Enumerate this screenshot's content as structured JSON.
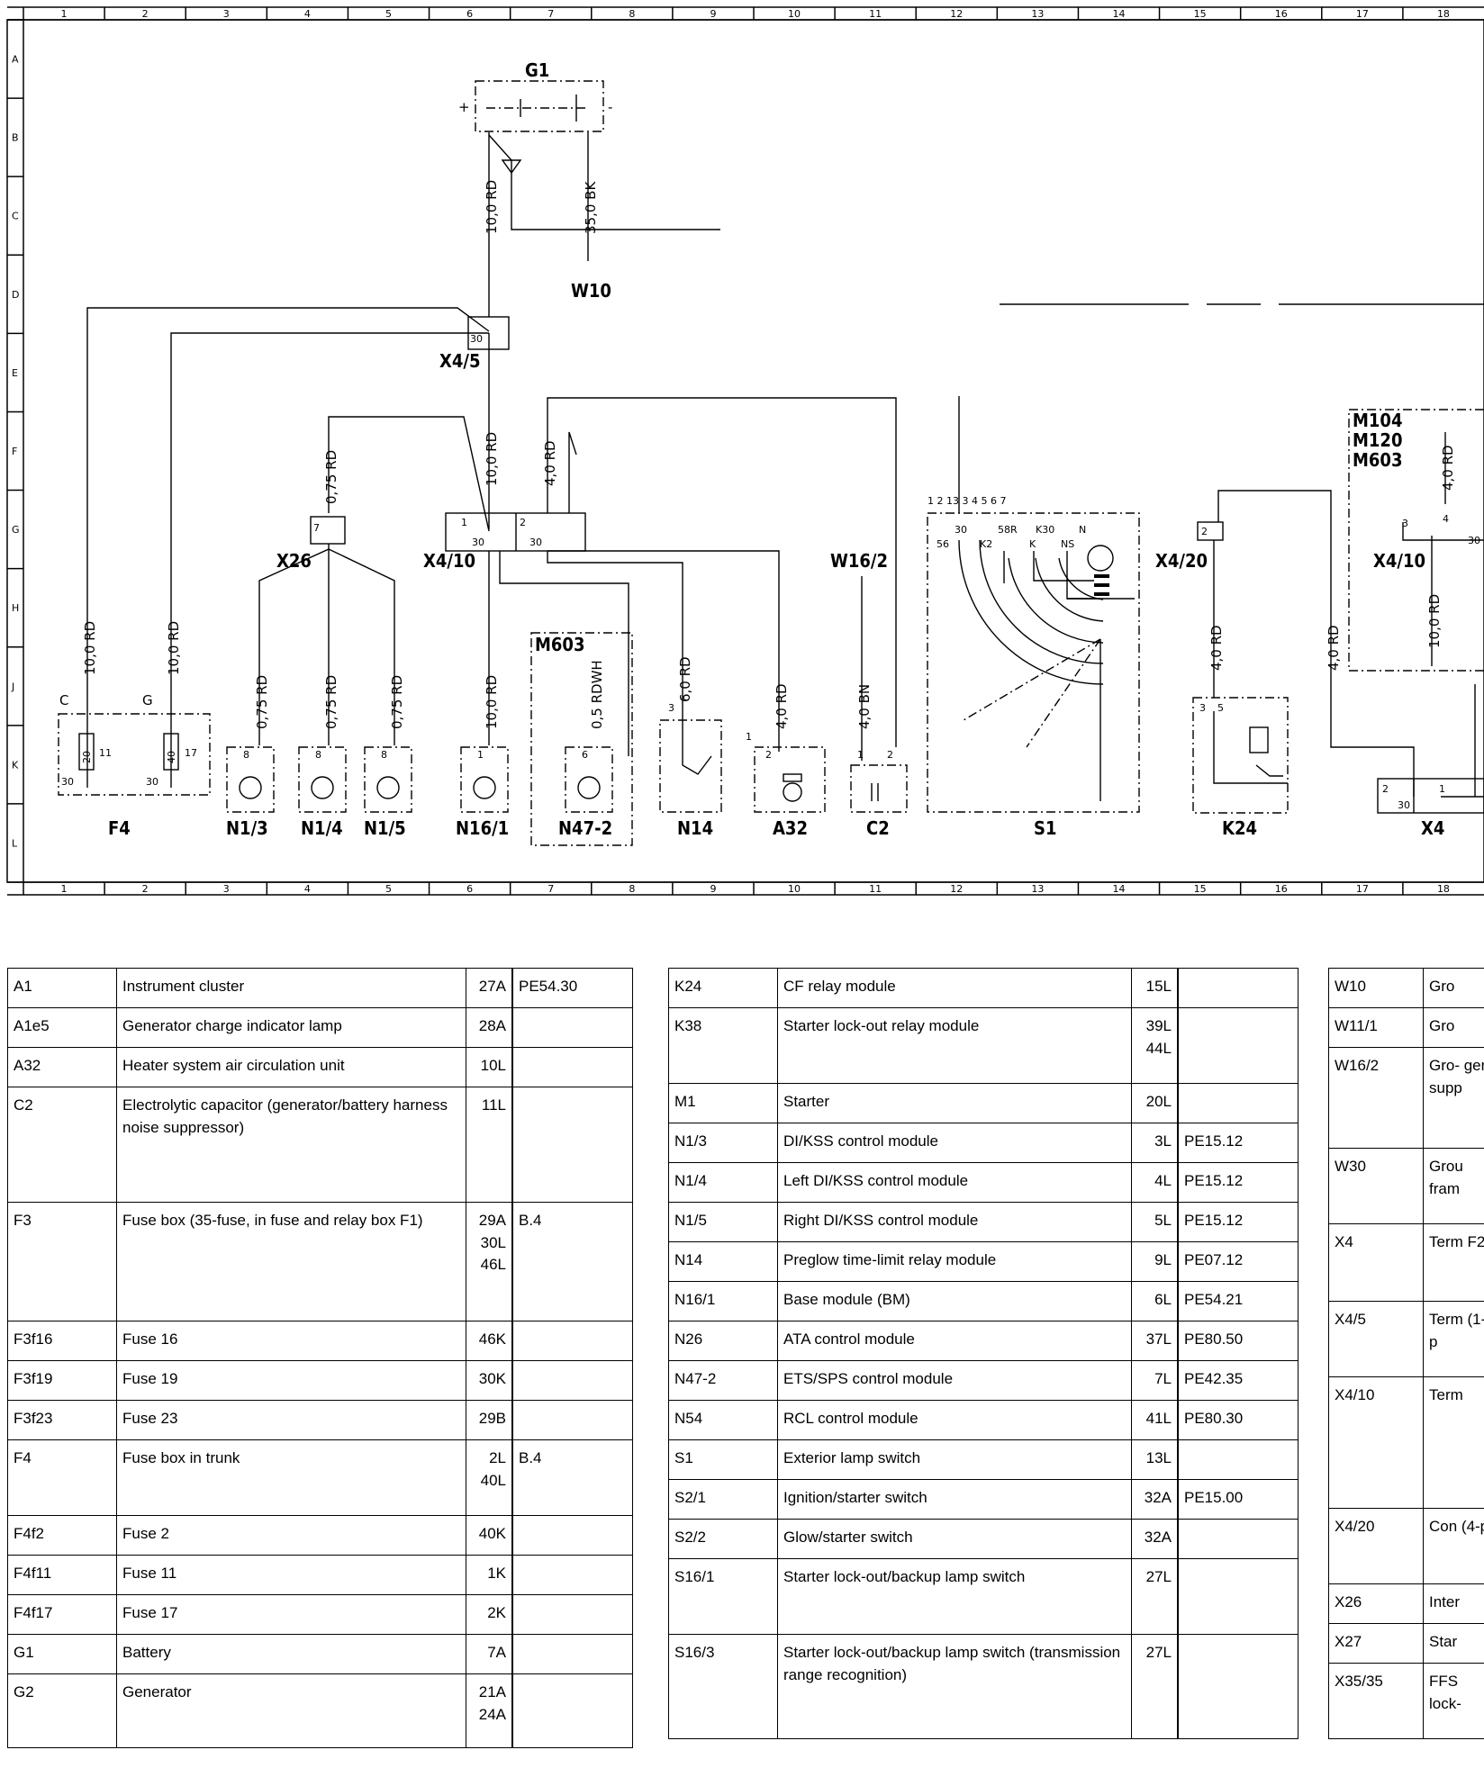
{
  "diagram": {
    "columns": [
      "1",
      "2",
      "3",
      "4",
      "5",
      "6",
      "7",
      "8",
      "9",
      "10",
      "11",
      "12",
      "13",
      "14",
      "15",
      "16",
      "17",
      "18"
    ],
    "rows": [
      "A",
      "B",
      "C",
      "D",
      "E",
      "F",
      "G",
      "H",
      "J",
      "K",
      "L"
    ],
    "components": {
      "G1": "G1",
      "W10": "W10",
      "X4_5": "X4/5",
      "X26": "X26",
      "X4_10": "X4/10",
      "W16_2": "W16/2",
      "M603": "M603",
      "F4": "F4",
      "N1_3": "N1/3",
      "N1_4": "N1/4",
      "N1_5": "N1/5",
      "N16_1": "N16/1",
      "N47_2": "N47-2",
      "N14": "N14",
      "A32": "A32",
      "C2": "C2",
      "S1": "S1",
      "K24": "K24",
      "X4_20": "X4/20",
      "X4": "X4",
      "X4_10b": "X4/10",
      "M104": "M104",
      "M120": "M120",
      "M603b": "M603"
    },
    "wires": {
      "g1_rd": "10,0 RD",
      "g1_bk": "35,0 BK",
      "x45_rd": "10,0 RD",
      "x26_rd": "0,75 RD",
      "x410_rd": "4,0 RD",
      "f4a_rd": "10,0 RD",
      "f4b_rd": "10,0 RD",
      "n13_rd": "0,75 RD",
      "n14_rd": "0,75 RD",
      "n15_rd": "0,75 RD",
      "n161_rd": "10,0 RD",
      "n472_w": "0,5 RDWH",
      "n14_w": "6,0 RD",
      "a32_w": "4,0 RD",
      "c2_w": "4,0 BN",
      "k24_w": "4,0 RD",
      "k24b_w": "4,0 RD",
      "r_w1": "4,0 RD",
      "r_w2": "10,0 RD"
    },
    "pins": {
      "p30": "30",
      "p1": "1",
      "p2": "2",
      "p3": "3",
      "p4": "4",
      "p5": "5",
      "p6": "6",
      "p7": "7",
      "p8": "8",
      "p11": "11",
      "p17": "17",
      "p20": "20",
      "p40": "40",
      "C": "C",
      "G": "G",
      "s1_pins": "1 2 13  3   4 5 6 7",
      "s1_56": "56",
      "s1_30": "30",
      "s1_k2": "K2",
      "s1_58r": "58R",
      "s1_k": "K",
      "s1_k30": "K30",
      "s1_ns": "NS",
      "s1_n": "N",
      "plus": "+",
      "minus": "-"
    }
  },
  "tables": [
    {
      "rows": [
        {
          "code": "A1",
          "desc": "Instrument cluster",
          "loc": "27A",
          "ref": "PE54.30"
        },
        {
          "code": "A1e5",
          "desc": "Generator charge indicator lamp",
          "loc": "28A",
          "ref": ""
        },
        {
          "code": "A32",
          "desc": "Heater system air circulation unit",
          "loc": "10L",
          "ref": ""
        },
        {
          "code": "C2",
          "desc": "Electrolytic capacitor (generator/battery harness noise suppressor)",
          "loc": "11L",
          "ref": ""
        },
        {
          "code": "F3",
          "desc": "Fuse box (35-fuse, in fuse and relay box F1)",
          "loc": "29A 30L 46L",
          "ref": "B.4"
        },
        {
          "code": "F3f16",
          "desc": "Fuse 16",
          "loc": "46K",
          "ref": ""
        },
        {
          "code": "F3f19",
          "desc": "Fuse 19",
          "loc": "30K",
          "ref": ""
        },
        {
          "code": "F3f23",
          "desc": "Fuse 23",
          "loc": "29B",
          "ref": ""
        },
        {
          "code": "F4",
          "desc": "Fuse box in trunk",
          "loc": "2L 40L",
          "ref": "B.4"
        },
        {
          "code": "F4f2",
          "desc": "Fuse 2",
          "loc": "40K",
          "ref": ""
        },
        {
          "code": "F4f11",
          "desc": "Fuse 11",
          "loc": "1K",
          "ref": ""
        },
        {
          "code": "F4f17",
          "desc": "Fuse 17",
          "loc": "2K",
          "ref": ""
        },
        {
          "code": "G1",
          "desc": "Battery",
          "loc": "7A",
          "ref": ""
        },
        {
          "code": "G2",
          "desc": "Generator",
          "loc": "21A 24A",
          "ref": ""
        }
      ]
    },
    {
      "rows": [
        {
          "code": "K24",
          "desc": "CF relay module",
          "loc": "15L",
          "ref": ""
        },
        {
          "code": "K38",
          "desc": "Starter lock-out relay module",
          "loc": "39L 44L",
          "ref": ""
        },
        {
          "code": "M1",
          "desc": "Starter",
          "loc": "20L",
          "ref": ""
        },
        {
          "code": "N1/3",
          "desc": "DI/KSS control module",
          "loc": "3L",
          "ref": "PE15.12"
        },
        {
          "code": "N1/4",
          "desc": "Left DI/KSS control module",
          "loc": "4L",
          "ref": "PE15.12"
        },
        {
          "code": "N1/5",
          "desc": "Right DI/KSS control module",
          "loc": "5L",
          "ref": "PE15.12"
        },
        {
          "code": "N14",
          "desc": "Preglow time-limit relay module",
          "loc": "9L",
          "ref": "PE07.12"
        },
        {
          "code": "N16/1",
          "desc": "Base module (BM)",
          "loc": "6L",
          "ref": "PE54.21"
        },
        {
          "code": "N26",
          "desc": "ATA control module",
          "loc": "37L",
          "ref": "PE80.50"
        },
        {
          "code": "N47-2",
          "desc": "ETS/SPS control module",
          "loc": "7L",
          "ref": "PE42.35"
        },
        {
          "code": "N54",
          "desc": "RCL control module",
          "loc": "41L",
          "ref": "PE80.30"
        },
        {
          "code": "S1",
          "desc": "Exterior lamp switch",
          "loc": "13L",
          "ref": ""
        },
        {
          "code": "S2/1",
          "desc": "Ignition/starter switch",
          "loc": "32A",
          "ref": "PE15.00"
        },
        {
          "code": "S2/2",
          "desc": "Glow/starter switch",
          "loc": "32A",
          "ref": ""
        },
        {
          "code": "S16/1",
          "desc": "Starter lock-out/backup lamp switch",
          "loc": "27L",
          "ref": ""
        },
        {
          "code": "S16/3",
          "desc": "Starter lock-out/backup lamp switch (transmission range recognition)",
          "loc": "27L",
          "ref": ""
        }
      ]
    },
    {
      "rows": [
        {
          "code": "W10",
          "desc": "Gro"
        },
        {
          "code": "W11/1",
          "desc": "Gro"
        },
        {
          "code": "W16/2",
          "desc": "Gro- gen supp"
        },
        {
          "code": "W30",
          "desc": "Grou fram"
        },
        {
          "code": "X4",
          "desc": "Term F2)"
        },
        {
          "code": "X4/5",
          "desc": "Term (1-p"
        },
        {
          "code": "X4/10",
          "desc": "Term"
        },
        {
          "code": "X4/20",
          "desc": "Con (4-p"
        },
        {
          "code": "X26",
          "desc": "Inter"
        },
        {
          "code": "X27",
          "desc": "Star"
        },
        {
          "code": "X35/35",
          "desc": "FFS lock-"
        }
      ]
    }
  ]
}
